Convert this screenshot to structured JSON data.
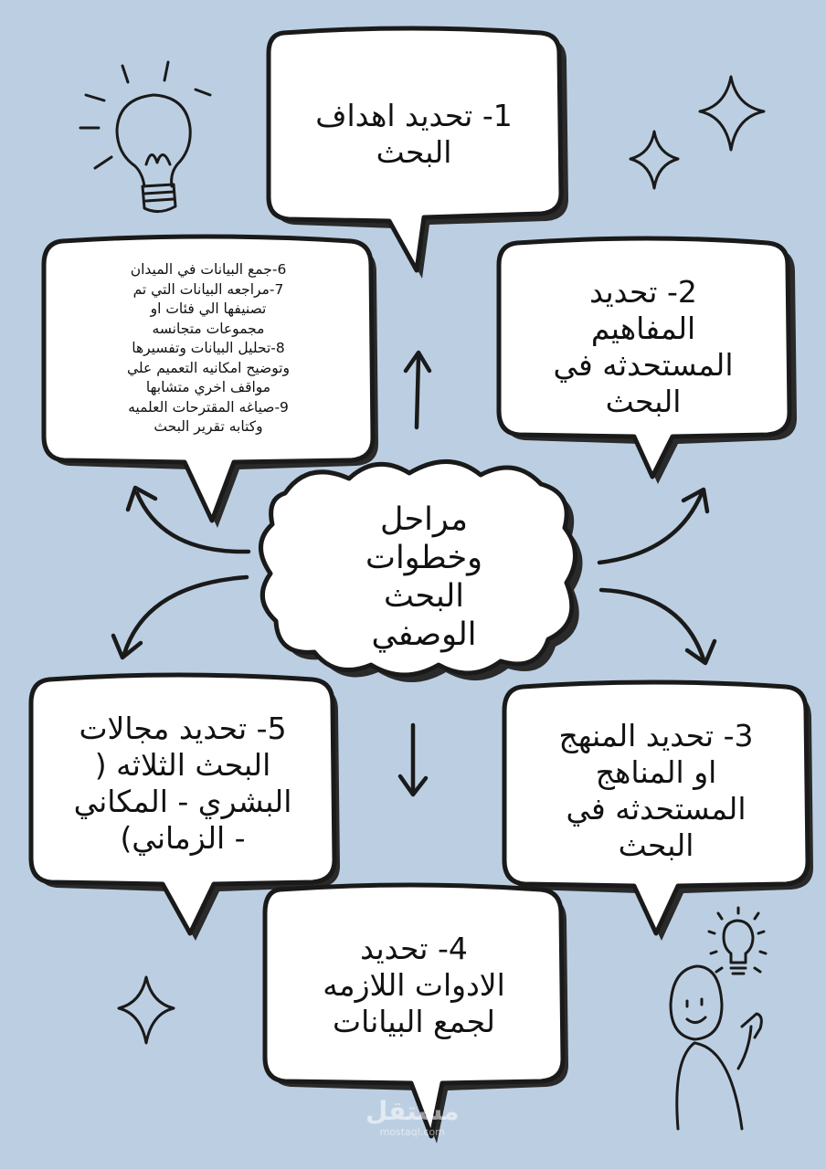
{
  "center": {
    "lines": [
      "مراحل",
      "وخطوات",
      "البحث",
      "الوصفي"
    ]
  },
  "step1": {
    "lines": [
      "1- تحديد اهداف",
      "البحث"
    ]
  },
  "step2": {
    "lines": [
      "2- تحديد",
      "المفاهيم",
      "المستحدثه في",
      "البحث"
    ]
  },
  "step3": {
    "lines": [
      "3- تحديد المنهج",
      "او المناهج",
      "المستحدثه في",
      "البحث"
    ]
  },
  "step4": {
    "lines": [
      "4- تحديد",
      "الادوات اللازمه",
      "لجمع البيانات"
    ]
  },
  "step5": {
    "lines": [
      "5- تحديد مجالات",
      "البحث الثلاثه (",
      "البشري - المكاني",
      "- الزماني)"
    ]
  },
  "step6": {
    "lines": [
      "6-جمع البيانات في الميدان",
      "7-مراجعه البيانات التي تم",
      "تصنيفها الي فئات او",
      "مجموعات  متجانسه",
      "8-تحليل البيانات وتفسيرها",
      "وتوضيح امكانيه التعميم علي",
      "مواقف اخري متشابها",
      "9-صياغه المقترحات العلميه",
      "وكتابه تقرير البحث"
    ]
  },
  "watermark": {
    "text": "مستقل",
    "sub": "mostaql.com"
  }
}
